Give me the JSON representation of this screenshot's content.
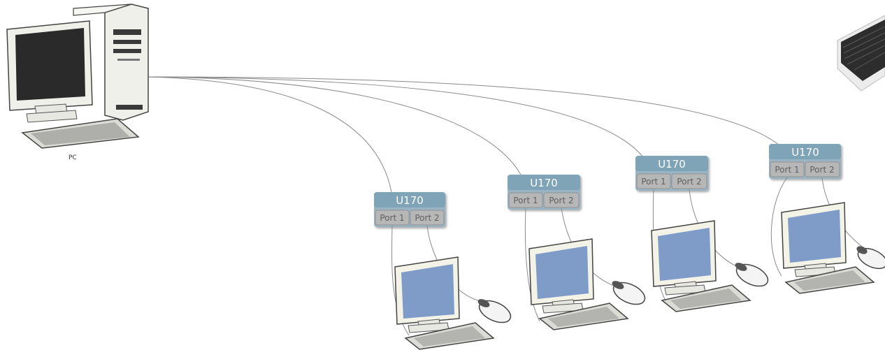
{
  "diagram": {
    "pc_label": "PC",
    "units": [
      {
        "title": "U170",
        "ports": [
          "Port 1",
          "Port 2"
        ]
      },
      {
        "title": "U170",
        "ports": [
          "Port 1",
          "Port 2"
        ]
      },
      {
        "title": "U170",
        "ports": [
          "Port 1",
          "Port 2"
        ]
      },
      {
        "title": "U170",
        "ports": [
          "Port 1",
          "Port 2"
        ]
      }
    ]
  },
  "colors": {
    "unit_header": "#7fa3b7",
    "unit_body": "#9ab4c3",
    "port_box": "#b7b7b7",
    "screen": "#7f9cc9",
    "pc_screen": "#2a2a2a",
    "line": "#8a8a8a"
  }
}
